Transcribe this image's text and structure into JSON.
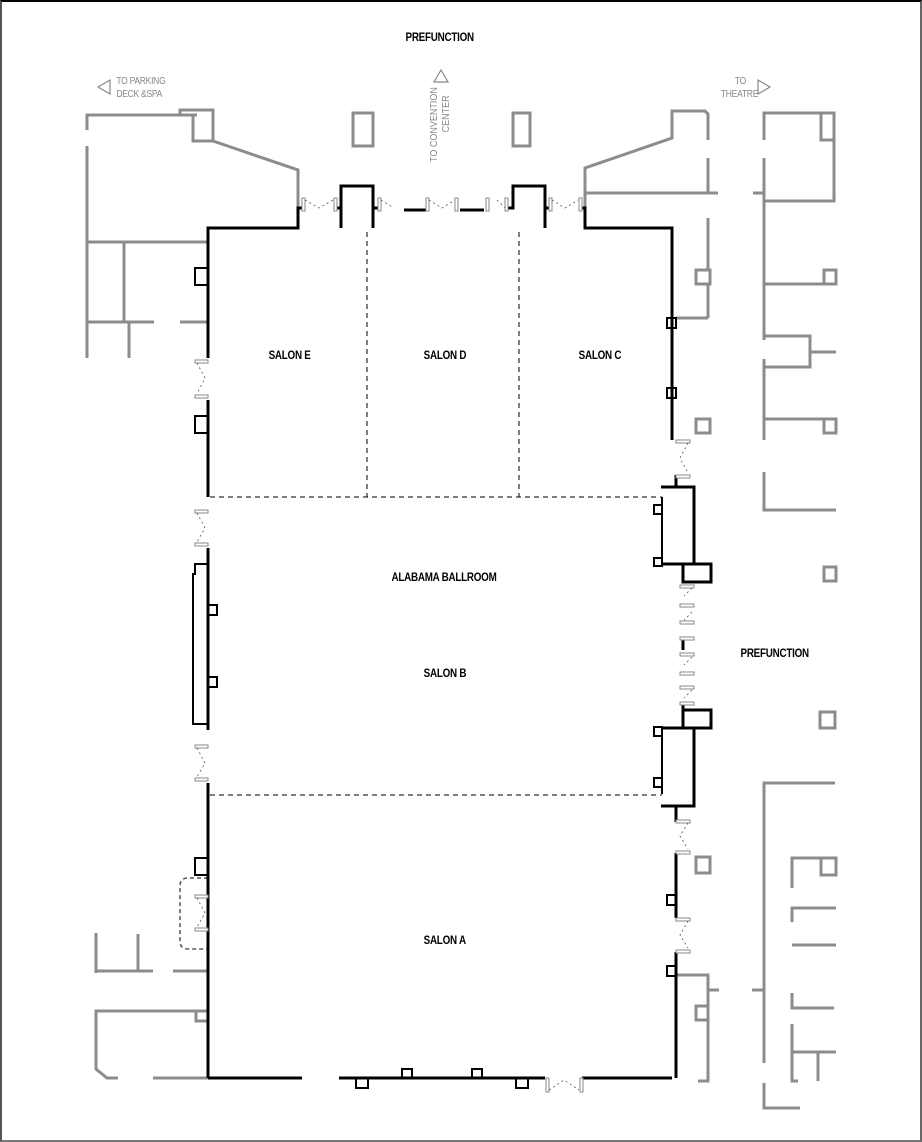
{
  "floorplan": {
    "title_top": "PREFUNCTION",
    "title_right": "PREFUNCTION",
    "directions": {
      "parking": {
        "line1": "TO PARKING",
        "line2": "DECK &SPA",
        "arrow": "left-triangle"
      },
      "convention": {
        "line1": "TO CONVENTION",
        "line2": "CENTER",
        "arrow": "up-triangle"
      },
      "theatre": {
        "line1": "TO",
        "line2": "THEATRE",
        "arrow": "right-triangle"
      }
    },
    "rooms": {
      "salon_e": "SALON E",
      "salon_d": "SALON D",
      "salon_c": "SALON C",
      "ballroom": "ALABAMA BALLROOM",
      "salon_b": "SALON B",
      "salon_a": "SALON A"
    },
    "colors": {
      "main_wall": "#000000",
      "surrounding_wall": "#8c8c8c",
      "nav_text": "#888888",
      "background": "#ffffff"
    }
  }
}
